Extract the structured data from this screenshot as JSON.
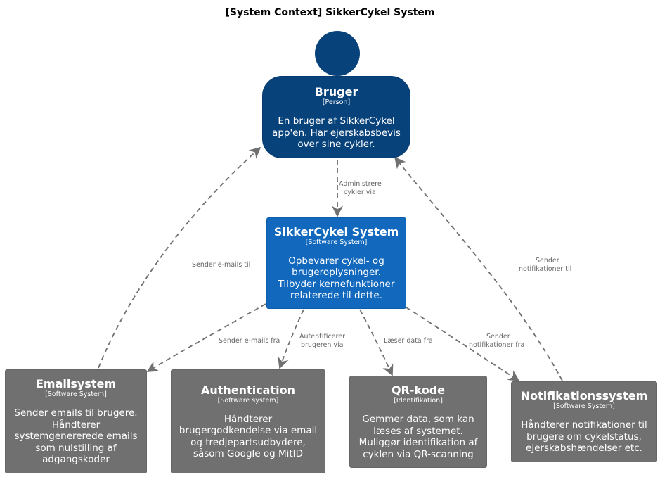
{
  "title": "[System Context] SikkerCykel System",
  "nodes": {
    "bruger": {
      "title": "Bruger",
      "type": "[Person]",
      "description": "En bruger af SikkerCykel app'en. Har ejerskabsbevis over sine cykler."
    },
    "system": {
      "title": "SikkerCykel System",
      "type": "[Software System]",
      "description": "Opbevarer cykel- og brugeroplysninger. Tilbyder kernefunktioner relaterede til dette."
    },
    "email": {
      "title": "Emailsystem",
      "type": "[Software System]",
      "description": "Sender emails til brugere. Håndterer systemgenererede emails som nulstilling af adgangskoder"
    },
    "auth": {
      "title": "Authentication",
      "type": "[Software system]",
      "description": "Håndterer brugergodkendelse via email og tredjepartsudbydere, såsom Google og MitID"
    },
    "qr": {
      "title": "QR-kode",
      "type": "[Identifikation]",
      "description": "Gemmer data, som kan læses af systemet. Muliggør identifikation af cyklen via QR-scanning"
    },
    "notif": {
      "title": "Notifikationssystem",
      "type": "[Software System]",
      "description": "Håndterer notifikationer til brugere om cykelstatus, ejerskabshændelser etc."
    }
  },
  "edges": [
    {
      "from": "Bruger",
      "to": "SikkerCykel System",
      "label": [
        "Administrere",
        "cykler via"
      ]
    },
    {
      "from": "Emailsystem",
      "to": "Bruger",
      "label": [
        "Sender e-mails til"
      ]
    },
    {
      "from": "Notifikationssystem",
      "to": "Bruger",
      "label": [
        "Sender",
        "notifikationer til"
      ]
    },
    {
      "from": "SikkerCykel System",
      "to": "Emailsystem",
      "label": [
        "Sender e-mails fra"
      ]
    },
    {
      "from": "SikkerCykel System",
      "to": "Authentication",
      "label": [
        "Autentificerer",
        "brugeren via"
      ]
    },
    {
      "from": "SikkerCykel System",
      "to": "QR-kode",
      "label": [
        "Læser data fra"
      ]
    },
    {
      "from": "SikkerCykel System",
      "to": "Notifikationssystem",
      "label": [
        "Sender",
        "notifikationer fra"
      ]
    }
  ],
  "colors": {
    "person": "#08427B",
    "system": "#1168BD",
    "external": "#707070",
    "edge": "#707070"
  }
}
